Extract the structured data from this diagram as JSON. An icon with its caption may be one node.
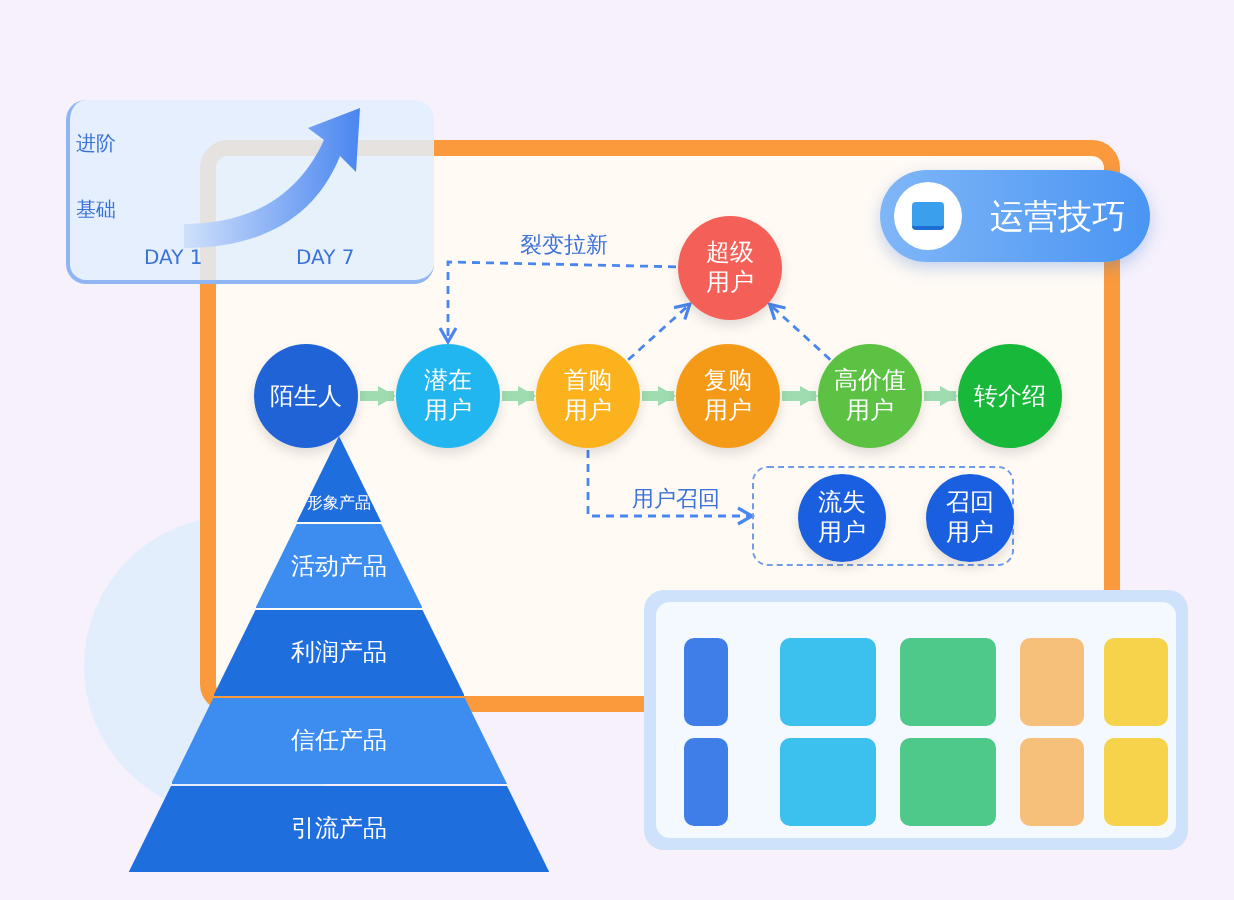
{
  "diagram": {
    "nodes": [
      {
        "text": [
          "陌生人"
        ]
      },
      {
        "text": [
          "潜在用户"
        ]
      },
      {
        "text": [
          "首购用户"
        ]
      },
      {
        "text": [
          "复购用户"
        ]
      },
      {
        "text": [
          "高价值用户"
        ]
      },
      {
        "text": [
          "转介绍"
        ]
      },
      {
        "text": [
          "超级用户"
        ]
      },
      {
        "text": [],
        "shape": "box"
      },
      {
        "text": [
          "流失用户"
        ],
        "in": 7
      },
      {
        "text": [
          "召回用户"
        ],
        "in": 7
      },
      {
        "text": [
          "形象产品"
        ]
      },
      {
        "text": [
          "活动产品"
        ]
      },
      {
        "text": [
          "利润产品"
        ]
      },
      {
        "text": [
          "信任产品"
        ]
      },
      {
        "text": [
          "引流产品"
        ]
      },
      {
        "text": [
          "运营技巧"
        ]
      }
    ],
    "edges": [
      {
        "from": 0,
        "to": 1,
        "arrow": "to"
      },
      {
        "from": 1,
        "to": 2,
        "arrow": "to"
      },
      {
        "from": 2,
        "to": 3,
        "arrow": "to"
      },
      {
        "from": 3,
        "to": 4,
        "arrow": "to"
      },
      {
        "from": 4,
        "to": 5,
        "arrow": "to"
      },
      {
        "from": 6,
        "to": 1,
        "arrow": "to",
        "label": "裂变拉新",
        "style": "dashed",
        "color": "#4a86f0"
      },
      {
        "from": 2,
        "to": 6,
        "arrow": "to",
        "style": "dashed",
        "color": "#4a86f0"
      },
      {
        "from": 4,
        "to": 6,
        "arrow": "to",
        "style": "dashed",
        "color": "#4a86f0"
      },
      {
        "from": 2,
        "to": 7,
        "arrow": "to",
        "label": "用户召回",
        "style": "dashed",
        "color": "#4a86f0"
      }
    ],
    "labels": [
      "进阶",
      "基础",
      "DAY 1",
      "DAY 7"
    ]
  }
}
